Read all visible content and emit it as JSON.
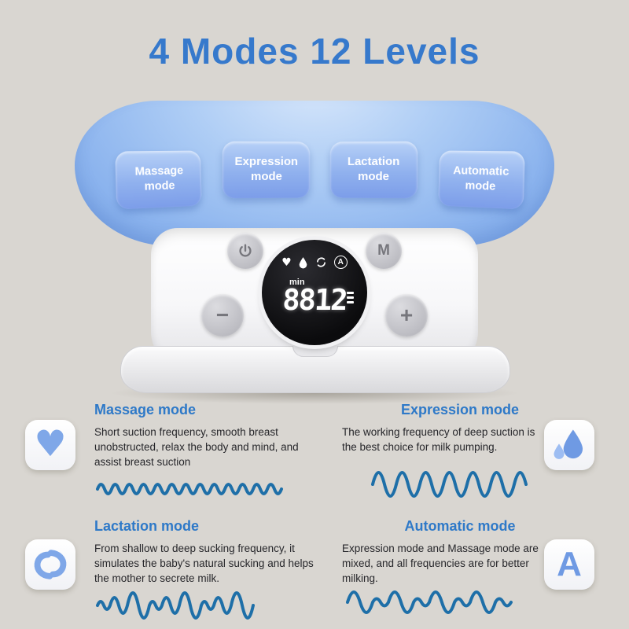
{
  "title": "4 Modes 12 Levels",
  "arc_modes": [
    {
      "label": "Massage mode"
    },
    {
      "label": "Expression mode"
    },
    {
      "label": "Lactation mode"
    },
    {
      "label": "Automatic mode"
    }
  ],
  "device": {
    "buttons": {
      "power_icon": "power-icon",
      "mode_label": "M",
      "decrease_label": "−",
      "increase_label": "+"
    },
    "display": {
      "heart_glyph": "♥",
      "drop_icon": "water-drop-icon",
      "cycle_icon": "cycle-arrows-icon",
      "mode_letter": "A",
      "min_label": "min",
      "digits": "8812",
      "level_bars": 3
    }
  },
  "features": [
    {
      "name": "Massage mode",
      "description": "Short suction frequency, smooth breast unobstructed, relax the body and mind, and assist breast suction",
      "icon": "heart-icon",
      "glyph": "♥",
      "wave": "uniform-small"
    },
    {
      "name": "Expression mode",
      "description": "The working frequency of deep suction is the best choice for milk pumping.",
      "icon": "water-drops-icon",
      "wave": "uniform-large"
    },
    {
      "name": "Lactation mode",
      "description": "From shallow to deep sucking frequency, it simulates the baby's natural sucking and helps the mother to secrete milk.",
      "icon": "swirl-icon",
      "wave": "increasing"
    },
    {
      "name": "Automatic mode",
      "description": "Expression mode and Massage mode are mixed, and all frequencies are for better milking.",
      "icon": "letter-a-icon",
      "glyph": "A",
      "wave": "mixed"
    }
  ],
  "colors": {
    "background": "#d9d6d1",
    "title_blue": "#3679cc",
    "heading_blue": "#2e79c8",
    "wave_blue": "#1e6fa8",
    "mode_button_blue": "#8fb0ee",
    "icon_blue": "#7fa7e8"
  }
}
